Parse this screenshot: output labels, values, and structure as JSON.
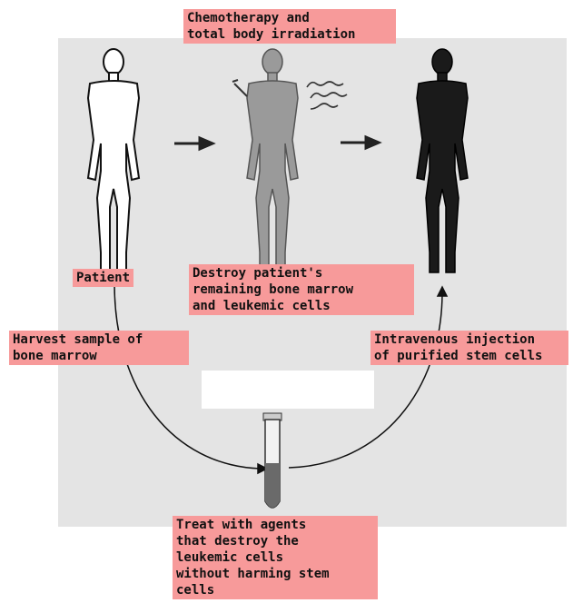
{
  "labels": {
    "chemo": "Chemotherapy and\ntotal body irradiation",
    "patient": "Patient",
    "destroy": "Destroy patient's\nremaining bone marrow\nand leukemic cells",
    "harvest": "Harvest sample of\nbone marrow",
    "injection": "Intravenous injection\nof purified stem cells",
    "treat": "Treat with agents\nthat destroy the\nleukemic cells\nwithout harming stem\ncells"
  },
  "colors": {
    "label_bg": "#f79a9a",
    "patient_fill": "#ffffff",
    "treated_fill": "#9a9a9a",
    "recovered_fill": "#1a1a1a"
  },
  "icons": [
    "patient-figure",
    "treated-figure",
    "recovered-figure",
    "arrow-right-icon",
    "radiation-wave-icon",
    "syringe-icon",
    "test-tube-icon"
  ]
}
